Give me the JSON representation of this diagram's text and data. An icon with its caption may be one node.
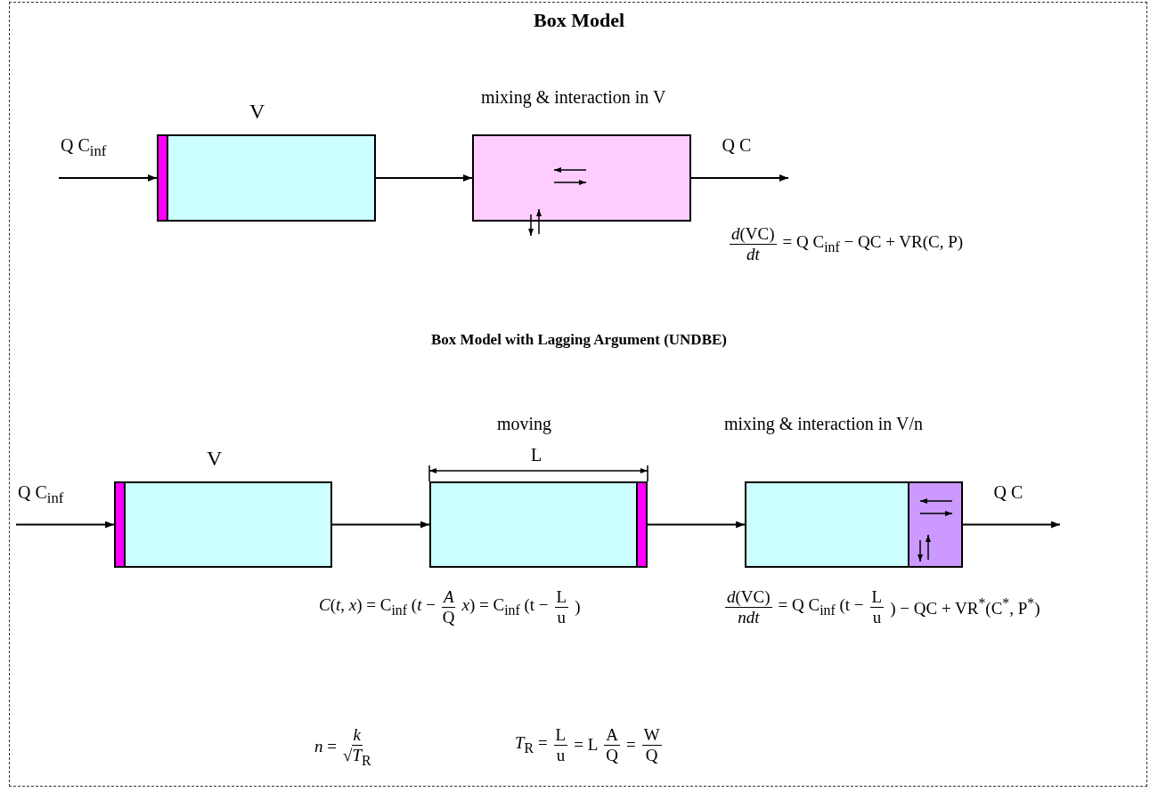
{
  "diagram": {
    "title": "Box  Model",
    "nodes": [
      {
        "text": [],
        "shape": "box",
        "beside": [
          "V"
        ]
      },
      {
        "text": [],
        "shape": "box",
        "beside": [
          "mixing & interaction in V"
        ]
      },
      {
        "text": [],
        "shape": "box",
        "beside": [
          "V"
        ]
      },
      {
        "text": [],
        "shape": "box",
        "beside": [
          "moving"
        ]
      },
      {
        "text": [],
        "shape": "box",
        "beside": [
          "mixing & interaction in V/n"
        ]
      },
      {
        "text": [],
        "shape": "box",
        "in": 4
      }
    ],
    "edges": [
      {
        "from": null,
        "to": 0,
        "arrow": "to",
        "label": "Q  C$_{inf}$"
      },
      {
        "from": 0,
        "to": 1,
        "arrow": "to"
      },
      {
        "from": 1,
        "to": null,
        "arrow": "to",
        "label": "Q  C"
      },
      {
        "from": null,
        "to": 2,
        "arrow": "to",
        "label": "Q  C$_{inf}$"
      },
      {
        "from": 2,
        "to": 3,
        "arrow": "to"
      },
      {
        "from": 3,
        "to": 4,
        "arrow": "to"
      },
      {
        "from": 5,
        "to": null,
        "arrow": "to",
        "label": "Q  C"
      }
    ],
    "labels": [
      "Box Model with Lagging Argument  (UNDBE)",
      "L",
      "*d*(VC)",
      "*dt*",
      "= Q  C$_{inf}$  −  QC + VR(C, P)",
      "*C*(*t*, *x*) = C$_{inf}$ (*t* −",
      "*A*",
      "Q",
      "*x*) = C$_{inf}$ (t −",
      "L",
      "u",
      ")",
      "*d*(VC)",
      "*ndt*",
      "= Q  C$_{inf}$ (t −",
      "L",
      "u",
      ")  −  QC + VR$^{*}$(C$^{*}$, P$^{*}$)",
      "*n* =",
      "*k*",
      "√*T*$_{R}$",
      "*T*$_{R}$ =",
      "L",
      "u",
      "= L",
      "A",
      "Q",
      "=",
      "W",
      "Q"
    ]
  }
}
